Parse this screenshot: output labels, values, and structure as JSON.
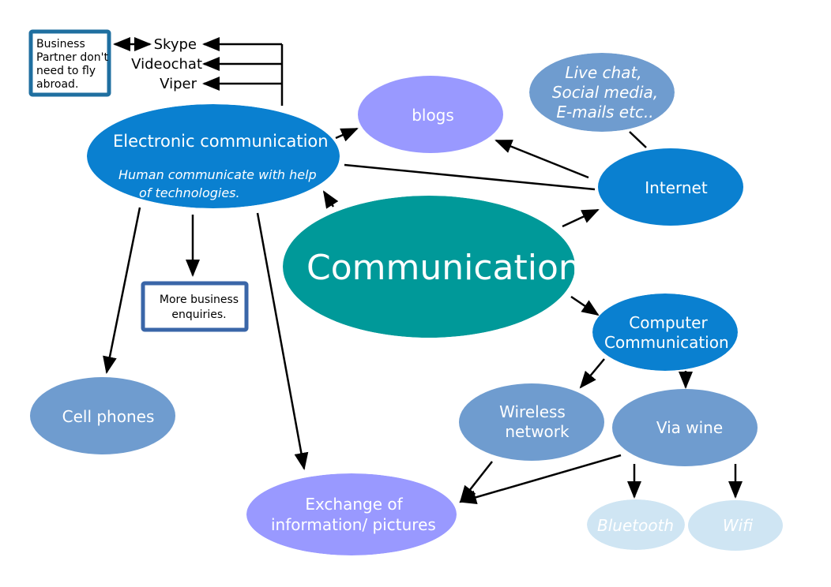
{
  "colors": {
    "electronic": "#0a80d0",
    "blogs": "#9999ff",
    "internet": "#0a80d0",
    "live_chat": "#6f9ccf",
    "communication": "#009999",
    "computer": "#0a80d0",
    "wireless": "#6f9ccf",
    "via_wine": "#6f9ccf",
    "bluetooth": "#cfe5f3",
    "wifi": "#cfe5f3",
    "exchange": "#9999ff",
    "cell": "#6f9ccf"
  },
  "nodes": {
    "business_box": [
      "Business",
      "Partner don't",
      "need to fly",
      "abroad."
    ],
    "skype": "Skype",
    "videochat": "Videochat",
    "viper": "Viper",
    "electronic_title": "Electronic communication",
    "electronic_sub": [
      "Human communicate with help",
      "of technologies."
    ],
    "blogs": "blogs",
    "live_chat": [
      "Live chat,",
      "Social media,",
      "E-mails etc.."
    ],
    "internet": "Internet",
    "communication": "Communication",
    "computer": [
      "Computer",
      "Communication"
    ],
    "more_business": [
      "More business",
      "enquiries."
    ],
    "cell_phones": "Cell phones",
    "wireless": [
      "Wireless",
      "network"
    ],
    "via_wine": "Via wine",
    "exchange": [
      "Exchange of",
      "information/ pictures"
    ],
    "bluetooth": "Bluetooth",
    "wifi": "Wifi"
  }
}
